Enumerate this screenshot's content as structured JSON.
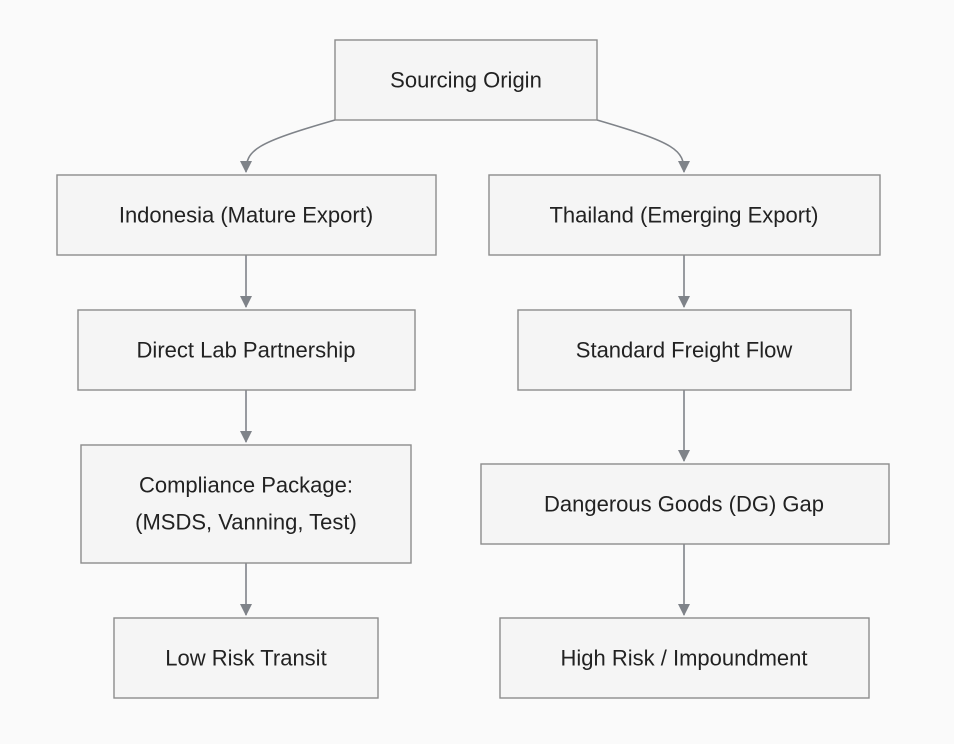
{
  "nodes": {
    "root": {
      "label": "Sourcing Origin"
    },
    "indonesia": {
      "label": "Indonesia (Mature Export)"
    },
    "thailand": {
      "label": "Thailand (Emerging Export)"
    },
    "direct_lab": {
      "label": "Direct Lab Partnership"
    },
    "standard_freight": {
      "label": "Standard Freight Flow"
    },
    "compliance_package": {
      "line1": "Compliance Package:",
      "line2": "(MSDS, Vanning, Test)"
    },
    "dg_gap": {
      "label": "Dangerous Goods (DG) Gap"
    },
    "low_risk": {
      "label": "Low Risk Transit"
    },
    "high_risk": {
      "label": "High Risk / Impoundment"
    }
  },
  "edges": [
    {
      "from": "root",
      "to": "indonesia"
    },
    {
      "from": "root",
      "to": "thailand"
    },
    {
      "from": "indonesia",
      "to": "direct_lab"
    },
    {
      "from": "direct_lab",
      "to": "compliance_package"
    },
    {
      "from": "compliance_package",
      "to": "low_risk"
    },
    {
      "from": "thailand",
      "to": "standard_freight"
    },
    {
      "from": "standard_freight",
      "to": "dg_gap"
    },
    {
      "from": "dg_gap",
      "to": "high_risk"
    }
  ],
  "colors": {
    "background": "#fafafa",
    "node_fill": "#f5f5f5",
    "node_border": "#8c8c8c",
    "edge": "#7f8389",
    "text": "#222222"
  }
}
